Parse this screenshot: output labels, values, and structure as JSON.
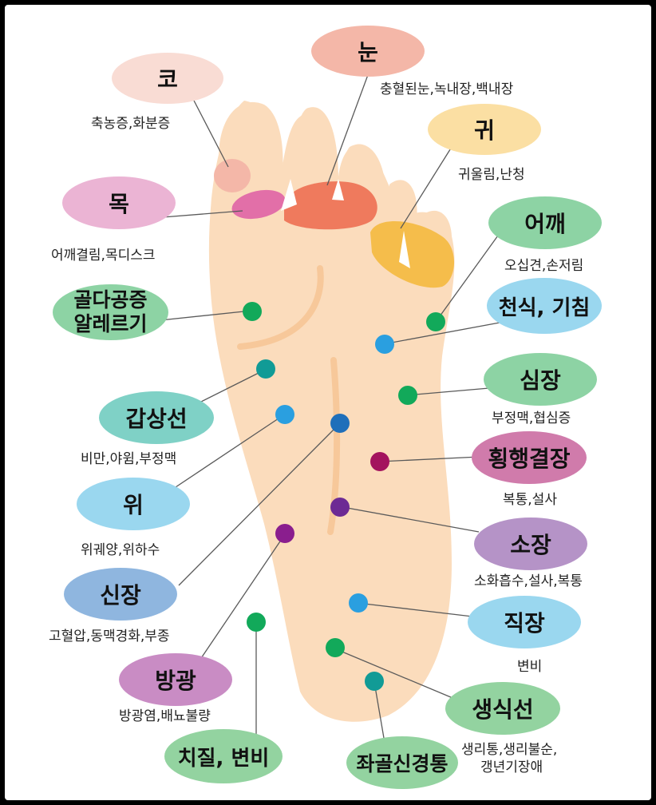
{
  "colors": {
    "skin": "#fbdcbc",
    "skin_line": "#f7c89a",
    "pink_bubble": "#f8dad3",
    "salmon_bubble": "#f4b7a8",
    "yellow_bubble": "#fbe0a6",
    "green_bubble": "#8fd3a6",
    "lightgreen_bubble": "#93d3a0",
    "teal_bubble": "#7fd1c6",
    "blue_bubble": "#9ad7ef",
    "magenta_bubble": "#d07bab",
    "purple_bubble": "#b593c7",
    "steelblue_bubble": "#8fb6df",
    "orchid_bubble": "#c98cc4",
    "mauve_bubble": "#e9b2d4",
    "dot_green": "#12a95a",
    "dot_teal": "#119b96",
    "dot_blue": "#2a9fe0",
    "dot_darkblue": "#1f6fba",
    "dot_crimson": "#a3135e",
    "dot_purple": "#6d2a94"
  },
  "zones": [
    {
      "id": "nose",
      "title": "코",
      "desc": "축농증,화분증"
    },
    {
      "id": "eye",
      "title": "눈",
      "desc": "충혈된눈,녹내장,백내장"
    },
    {
      "id": "ear",
      "title": "귀",
      "desc": "귀울림,난청"
    },
    {
      "id": "neck",
      "title": "목",
      "desc": "어깨결림,목디스크"
    },
    {
      "id": "shoulder",
      "title": "어깨",
      "desc": "오십견,손저림"
    },
    {
      "id": "osteo",
      "title_line1": "골다공증",
      "title_line2": "알레르기"
    },
    {
      "id": "asthma",
      "title": "천식, 기침"
    },
    {
      "id": "heart",
      "title": "심장",
      "desc": "부정맥,협심증"
    },
    {
      "id": "thyroid",
      "title": "갑상선",
      "desc": "비만,야윔,부정맥"
    },
    {
      "id": "colon",
      "title": "횡행결장",
      "desc": "복통,설사"
    },
    {
      "id": "stomach",
      "title": "위",
      "desc": "위궤양,위하수"
    },
    {
      "id": "smallint",
      "title": "소장",
      "desc": "소화흡수,설사,복통"
    },
    {
      "id": "kidney",
      "title": "신장",
      "desc": "고혈압,동맥경화,부종"
    },
    {
      "id": "rectum",
      "title": "직장",
      "desc": "변비"
    },
    {
      "id": "bladder",
      "title": "방광",
      "desc": "방광염,배뇨불량"
    },
    {
      "id": "genital",
      "title": "생식선",
      "desc_line1": "생리통,생리불순,",
      "desc_line2": "갱년기장애"
    },
    {
      "id": "hemorrhoid",
      "title": "치질, 변비"
    },
    {
      "id": "sciatica",
      "title": "좌골신경통"
    }
  ]
}
